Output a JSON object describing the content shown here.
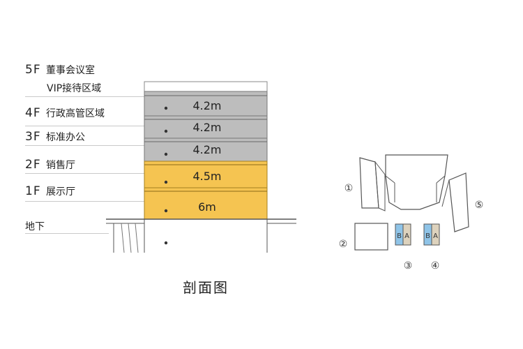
{
  "floors": [
    {
      "id": "5F",
      "name": "董事会议室",
      "sub": "VIP接待区域"
    },
    {
      "id": "4F",
      "name": "行政高管区域",
      "height": "4.2m"
    },
    {
      "id": "3F",
      "name": "标准办公",
      "height": "4.2m"
    },
    {
      "id": "2F",
      "name": "销售厅",
      "height": "4.2m"
    },
    {
      "id": "1F",
      "name": "展示厅",
      "height": "4.5m"
    },
    {
      "id": "",
      "name": "",
      "height": "6m"
    }
  ],
  "basement": {
    "name": "地下"
  },
  "caption": "剖面图",
  "site_plan": {
    "buildings": [
      "①",
      "②",
      "③",
      "④",
      "⑤"
    ],
    "unit_letters": [
      "B",
      "A",
      "B",
      "A"
    ]
  },
  "colors": {
    "office_gray": "#bdbdbd",
    "sales_yellow": "#f5c451",
    "unit_blue": "#8fc4e8",
    "unit_beige": "#ddd2bd"
  }
}
